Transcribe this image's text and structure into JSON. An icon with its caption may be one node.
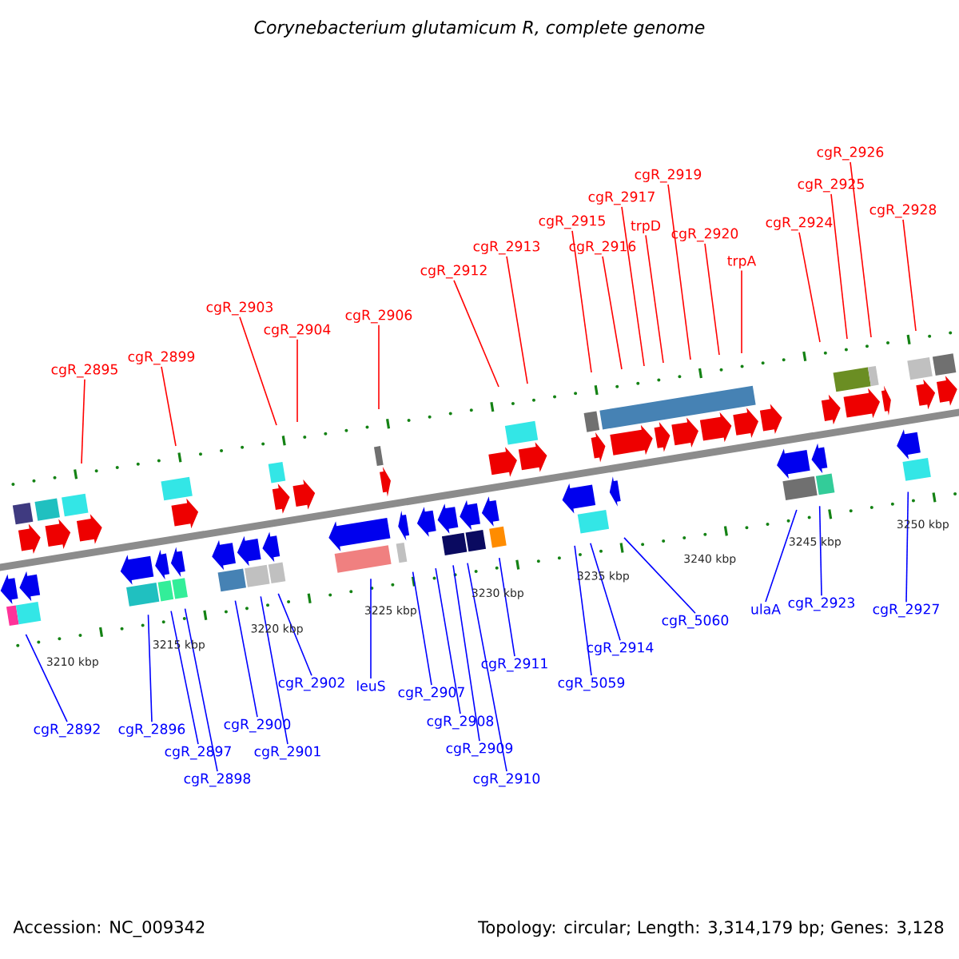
{
  "diagram": {
    "title": "Corynebacterium glutamicum R, complete genome",
    "nodes": [
      {
        "text": [
          "cgR_2895"
        ]
      },
      {
        "text": [
          "cgR_2899"
        ]
      },
      {
        "text": [
          "cgR_2903"
        ]
      },
      {
        "text": [
          "cgR_2904"
        ]
      },
      {
        "text": [
          "cgR_2906"
        ]
      },
      {
        "text": [
          "cgR_2912"
        ]
      },
      {
        "text": [
          "cgR_2913"
        ]
      },
      {
        "text": [
          "cgR_2915"
        ]
      },
      {
        "text": [
          "cgR_2916"
        ]
      },
      {
        "text": [
          "cgR_2917"
        ]
      },
      {
        "text": [
          "trpD"
        ]
      },
      {
        "text": [
          "cgR_2919"
        ]
      },
      {
        "text": [
          "cgR_2920"
        ]
      },
      {
        "text": [
          "trpA"
        ]
      },
      {
        "text": [
          "cgR_2924"
        ]
      },
      {
        "text": [
          "cgR_2925"
        ]
      },
      {
        "text": [
          "cgR_2926"
        ]
      },
      {
        "text": [
          "cgR_2928"
        ]
      },
      {
        "text": [
          "cgR_2892"
        ]
      },
      {
        "text": [
          "cgR_2896"
        ]
      },
      {
        "text": [
          "cgR_2897"
        ]
      },
      {
        "text": [
          "cgR_2898"
        ]
      },
      {
        "text": [
          "cgR_2900"
        ]
      },
      {
        "text": [
          "cgR_2901"
        ]
      },
      {
        "text": [
          "cgR_2902"
        ]
      },
      {
        "text": [
          "leuS"
        ]
      },
      {
        "text": [
          "cgR_2907"
        ]
      },
      {
        "text": [
          "cgR_2908"
        ]
      },
      {
        "text": [
          "cgR_2909"
        ]
      },
      {
        "text": [
          "cgR_2910"
        ]
      },
      {
        "text": [
          "cgR_2911"
        ]
      },
      {
        "text": [
          "cgR_2914"
        ]
      },
      {
        "text": [
          "cgR_5059"
        ]
      },
      {
        "text": [
          "cgR_5060"
        ]
      },
      {
        "text": [
          "ulaA"
        ]
      },
      {
        "text": [
          "cgR_2923"
        ]
      },
      {
        "text": [
          "cgR_2927"
        ]
      }
    ],
    "edges": [
      {
        "from": 0,
        "to": null,
        "arrow": "none",
        "color": "#ff0000"
      },
      {
        "from": 1,
        "to": null,
        "arrow": "none",
        "color": "#ff0000"
      },
      {
        "from": 2,
        "to": null,
        "arrow": "none",
        "color": "#ff0000"
      },
      {
        "from": 3,
        "to": null,
        "arrow": "none",
        "color": "#ff0000"
      },
      {
        "from": 4,
        "to": null,
        "arrow": "none",
        "color": "#ff0000"
      },
      {
        "from": 5,
        "to": null,
        "arrow": "none",
        "color": "#ff0000"
      },
      {
        "from": 6,
        "to": null,
        "arrow": "none",
        "color": "#ff0000"
      },
      {
        "from": 7,
        "to": null,
        "arrow": "none",
        "color": "#ff0000"
      },
      {
        "from": 8,
        "to": null,
        "arrow": "none",
        "color": "#ff0000"
      },
      {
        "from": 9,
        "to": null,
        "arrow": "none",
        "color": "#ff0000"
      },
      {
        "from": 10,
        "to": null,
        "arrow": "none",
        "color": "#ff0000"
      },
      {
        "from": 11,
        "to": null,
        "arrow": "none",
        "color": "#ff0000"
      },
      {
        "from": 12,
        "to": null,
        "arrow": "none",
        "color": "#ff0000"
      },
      {
        "from": 13,
        "to": null,
        "arrow": "none",
        "color": "#ff0000"
      },
      {
        "from": 14,
        "to": null,
        "arrow": "none",
        "color": "#ff0000"
      },
      {
        "from": 15,
        "to": null,
        "arrow": "none",
        "color": "#ff0000"
      },
      {
        "from": 16,
        "to": null,
        "arrow": "none",
        "color": "#ff0000"
      },
      {
        "from": 17,
        "to": null,
        "arrow": "none",
        "color": "#ff0000"
      },
      {
        "from": 18,
        "to": null,
        "arrow": "none"
      },
      {
        "from": 19,
        "to": null,
        "arrow": "none"
      },
      {
        "from": 20,
        "to": null,
        "arrow": "none"
      },
      {
        "from": 21,
        "to": null,
        "arrow": "none"
      },
      {
        "from": 22,
        "to": null,
        "arrow": "none"
      },
      {
        "from": 23,
        "to": null,
        "arrow": "none"
      },
      {
        "from": 24,
        "to": null,
        "arrow": "none"
      },
      {
        "from": 25,
        "to": null,
        "arrow": "none"
      },
      {
        "from": 26,
        "to": null,
        "arrow": "none"
      },
      {
        "from": 27,
        "to": null,
        "arrow": "none"
      },
      {
        "from": 28,
        "to": null,
        "arrow": "none"
      },
      {
        "from": 29,
        "to": null,
        "arrow": "none"
      },
      {
        "from": 30,
        "to": null,
        "arrow": "none"
      },
      {
        "from": 31,
        "to": null,
        "arrow": "none"
      },
      {
        "from": 32,
        "to": null,
        "arrow": "none"
      },
      {
        "from": 33,
        "to": null,
        "arrow": "none"
      },
      {
        "from": 34,
        "to": null,
        "arrow": "none"
      },
      {
        "from": 35,
        "to": null,
        "arrow": "none"
      },
      {
        "from": 36,
        "to": null,
        "arrow": "none"
      }
    ],
    "labels": [
      "3210 kbp",
      "3215 kbp",
      "3220 kbp",
      "3225 kbp",
      "3230 kbp",
      "3235 kbp",
      "3240 kbp",
      "3245 kbp",
      "3250 kbp",
      "Accession: NC_009342",
      "Topology: circular; Length: 3,314,179 bp; Genes: 3,128"
    ]
  }
}
